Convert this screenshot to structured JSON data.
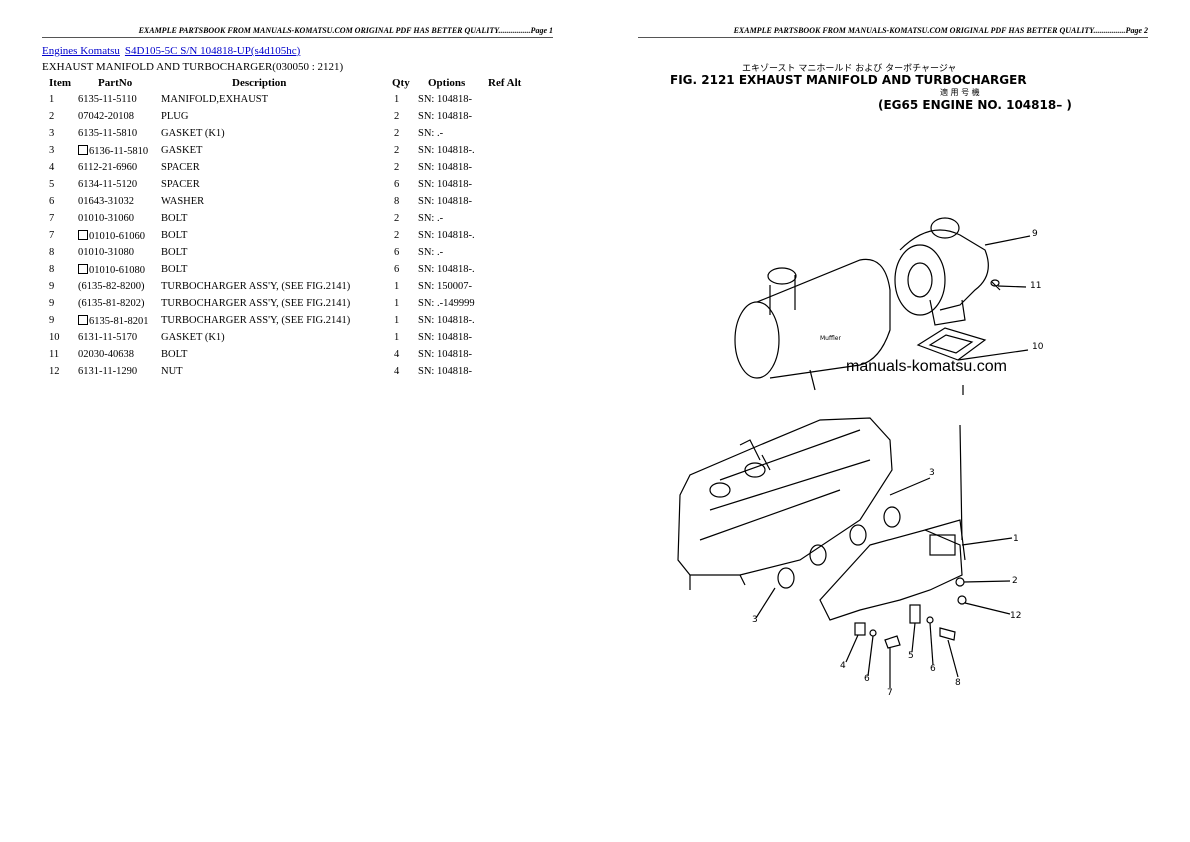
{
  "header": {
    "page1": "EXAMPLE PARTSBOOK FROM MANUALS-KOMATSU.COM ORIGINAL PDF HAS BETTER QUALITY................Page 1",
    "page2": "EXAMPLE PARTSBOOK FROM MANUALS-KOMATSU.COM ORIGINAL PDF HAS BETTER QUALITY................Page 2"
  },
  "breadcrumb": {
    "link1": "Engines Komatsu",
    "link2": "S4D105-5C S/N 104818-UP(s4d105hc)"
  },
  "section_title": "EXHAUST MANIFOLD AND TURBOCHARGER(030050 : 2121)",
  "table": {
    "columns": [
      "Item",
      "PartNo",
      "Description",
      "Qty",
      "Options",
      "Ref Alt"
    ],
    "rows": [
      {
        "item": "1",
        "partno": "6135-11-5110",
        "boxed": false,
        "desc": "MANIFOLD,EXHAUST",
        "qty": "1",
        "options": "SN: 104818-"
      },
      {
        "item": "2",
        "partno": "07042-20108",
        "boxed": false,
        "desc": "PLUG",
        "qty": "2",
        "options": "SN: 104818-"
      },
      {
        "item": "3",
        "partno": "6135-11-5810",
        "boxed": false,
        "desc": "GASKET (K1)",
        "qty": "2",
        "options": "SN: .-"
      },
      {
        "item": "3",
        "partno": "6136-11-5810",
        "boxed": true,
        "desc": "GASKET",
        "qty": "2",
        "options": "SN: 104818-."
      },
      {
        "item": "4",
        "partno": "6112-21-6960",
        "boxed": false,
        "desc": "SPACER",
        "qty": "2",
        "options": "SN: 104818-"
      },
      {
        "item": "5",
        "partno": "6134-11-5120",
        "boxed": false,
        "desc": "SPACER",
        "qty": "6",
        "options": "SN: 104818-"
      },
      {
        "item": "6",
        "partno": "01643-31032",
        "boxed": false,
        "desc": "WASHER",
        "qty": "8",
        "options": "SN: 104818-"
      },
      {
        "item": "7",
        "partno": "01010-31060",
        "boxed": false,
        "desc": "BOLT",
        "qty": "2",
        "options": "SN: .-"
      },
      {
        "item": "7",
        "partno": "01010-61060",
        "boxed": true,
        "desc": "BOLT",
        "qty": "2",
        "options": "SN: 104818-."
      },
      {
        "item": "8",
        "partno": "01010-31080",
        "boxed": false,
        "desc": "BOLT",
        "qty": "6",
        "options": "SN: .-"
      },
      {
        "item": "8",
        "partno": "01010-61080",
        "boxed": true,
        "desc": "BOLT",
        "qty": "6",
        "options": "SN: 104818-."
      },
      {
        "item": "9",
        "partno": "(6135-82-8200)",
        "boxed": false,
        "desc": "TURBOCHARGER ASS'Y, (SEE FIG.2141)",
        "qty": "1",
        "options": "SN: 150007-"
      },
      {
        "item": "9",
        "partno": "(6135-81-8202)",
        "boxed": false,
        "desc": "TURBOCHARGER ASS'Y, (SEE FIG.2141)",
        "qty": "1",
        "options": "SN: .-149999"
      },
      {
        "item": "9",
        "partno": "6135-81-8201",
        "boxed": true,
        "desc": "TURBOCHARGER ASS'Y, (SEE FIG.2141)",
        "qty": "1",
        "options": "SN: 104818-."
      },
      {
        "item": "10",
        "partno": "6131-11-5170",
        "boxed": false,
        "desc": "GASKET (K1)",
        "qty": "1",
        "options": "SN: 104818-"
      },
      {
        "item": "11",
        "partno": "02030-40638",
        "boxed": false,
        "desc": "BOLT",
        "qty": "4",
        "options": "SN: 104818-"
      },
      {
        "item": "12",
        "partno": "6131-11-1290",
        "boxed": false,
        "desc": "NUT",
        "qty": "4",
        "options": "SN: 104818-"
      }
    ]
  },
  "figure": {
    "japanese_title": "エキゾースト マニホールド および ターボチャージャ",
    "title": "FIG. 2121  EXHAUST MANIFOLD AND TURBOCHARGER",
    "japanese_sub": "適 用 号 機",
    "subtitle": "(EG65  ENGINE  NO. 104818– )",
    "watermark": "manuals-komatsu.com",
    "muffler_label": "Muffler",
    "callouts": [
      "9",
      "11",
      "10",
      "3",
      "1",
      "2",
      "12",
      "3",
      "4",
      "5",
      "6",
      "6",
      "7",
      "8"
    ]
  }
}
